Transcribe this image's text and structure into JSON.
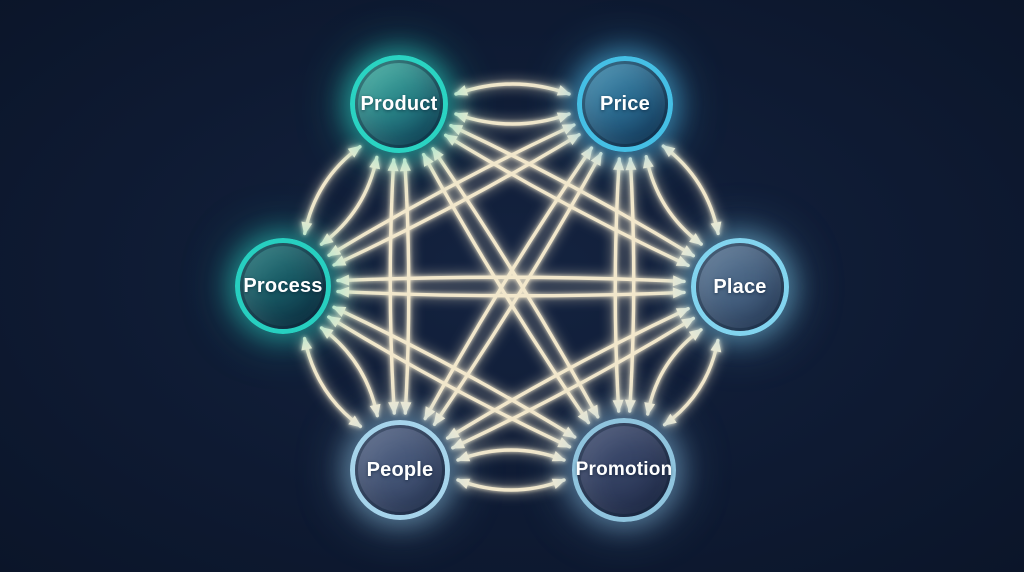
{
  "diagram": {
    "type": "network",
    "nodes": [
      {
        "id": "product",
        "label": "Product",
        "ring": "#2ad3c2",
        "fill_top": "#3aa89c",
        "fill_bottom": "#15596f",
        "glow": "rgba(45,220,200,0.45)"
      },
      {
        "id": "price",
        "label": "Price",
        "ring": "#45bfe5",
        "fill_top": "#3884a8",
        "fill_bottom": "#1b4e74",
        "glow": "rgba(80,190,235,0.45)"
      },
      {
        "id": "process",
        "label": "Process",
        "ring": "#27cfc0",
        "fill_top": "#1d6f74",
        "fill_bottom": "#113f50",
        "glow": "rgba(45,220,200,0.40)"
      },
      {
        "id": "place",
        "label": "Place",
        "ring": "#82d4ef",
        "fill_top": "#53708f",
        "fill_bottom": "#3a5474",
        "glow": "rgba(130,210,240,0.40)"
      },
      {
        "id": "people",
        "label": "People",
        "ring": "#a6d4eb",
        "fill_top": "#4e5f81",
        "fill_bottom": "#394a6b",
        "glow": "rgba(150,205,235,0.40)"
      },
      {
        "id": "promotion",
        "label": "Promotion",
        "ring": "#8fc4de",
        "fill_top": "#3c4a6e",
        "fill_bottom": "#2b3857",
        "glow": "rgba(140,195,230,0.40)"
      }
    ],
    "edges": {
      "ring": [
        [
          "product",
          "price"
        ],
        [
          "price",
          "place"
        ],
        [
          "place",
          "promotion"
        ],
        [
          "promotion",
          "people"
        ],
        [
          "people",
          "process"
        ],
        [
          "process",
          "product"
        ]
      ],
      "cross": [
        [
          "product",
          "place"
        ],
        [
          "product",
          "promotion"
        ],
        [
          "product",
          "people"
        ],
        [
          "price",
          "process"
        ],
        [
          "price",
          "people"
        ],
        [
          "price",
          "promotion"
        ],
        [
          "process",
          "place"
        ],
        [
          "process",
          "promotion"
        ],
        [
          "people",
          "place"
        ]
      ]
    },
    "colors": {
      "background": "#0e1a32",
      "arrow_line": "#f2e7cb",
      "arrow_head": "#f6ecd2"
    }
  }
}
